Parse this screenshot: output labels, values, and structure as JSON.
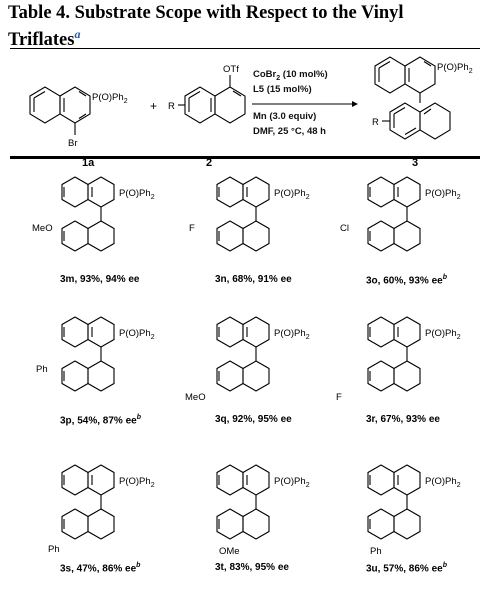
{
  "title": {
    "text": "Table 4. Substrate Scope with Respect to the Vinyl Triflates",
    "footnote_marker": "a"
  },
  "scheme": {
    "reactant1": {
      "substituent": "P(O)Ph",
      "sub2": "2",
      "leaving": "Br",
      "label": "1a"
    },
    "plus": "+",
    "reactant2": {
      "group": "OTf",
      "r": "R",
      "label": "2"
    },
    "conditions": [
      {
        "main": "CoBr",
        "sub": "2",
        "rest": " (10 mol%)"
      },
      {
        "main": "L5",
        "sub": "",
        "rest": " (15 mol%)"
      },
      {
        "main": "Mn (3.0 equiv)",
        "sub": "",
        "rest": ""
      },
      {
        "main": "DMF, 25 ",
        "sub": "",
        "rest": "°C, 48 h"
      }
    ],
    "product": {
      "substituent": "P(O)Ph",
      "sub2": "2",
      "r": "R",
      "label": "3"
    }
  },
  "entries": [
    {
      "id": "3m",
      "sub": "MeO",
      "text": "3m, 93%, 94% ee",
      "note": ""
    },
    {
      "id": "3n",
      "sub": "F",
      "text": "3n, 68%, 91% ee",
      "note": ""
    },
    {
      "id": "3o",
      "sub": "Cl",
      "text": "3o, 60%, 93% ee",
      "note": "b"
    },
    {
      "id": "3p",
      "sub": "Ph",
      "text": "3p, 54%, 87% ee",
      "note": "b"
    },
    {
      "id": "3q",
      "sub": "MeO",
      "text": "3q, 92%, 95% ee",
      "note": ""
    },
    {
      "id": "3r",
      "sub": "F",
      "text": "3r, 67%, 93% ee",
      "note": ""
    },
    {
      "id": "3s",
      "sub": "Ph",
      "text": "3s, 47%, 86% ee",
      "note": "b"
    },
    {
      "id": "3t",
      "sub": "OMe",
      "text": "3t, 83%, 95% ee",
      "note": ""
    },
    {
      "id": "3u",
      "sub": "Ph",
      "text": "3u, 57%, 86% ee",
      "note": "b"
    }
  ],
  "po_label": "P(O)Ph",
  "po_sub": "2"
}
